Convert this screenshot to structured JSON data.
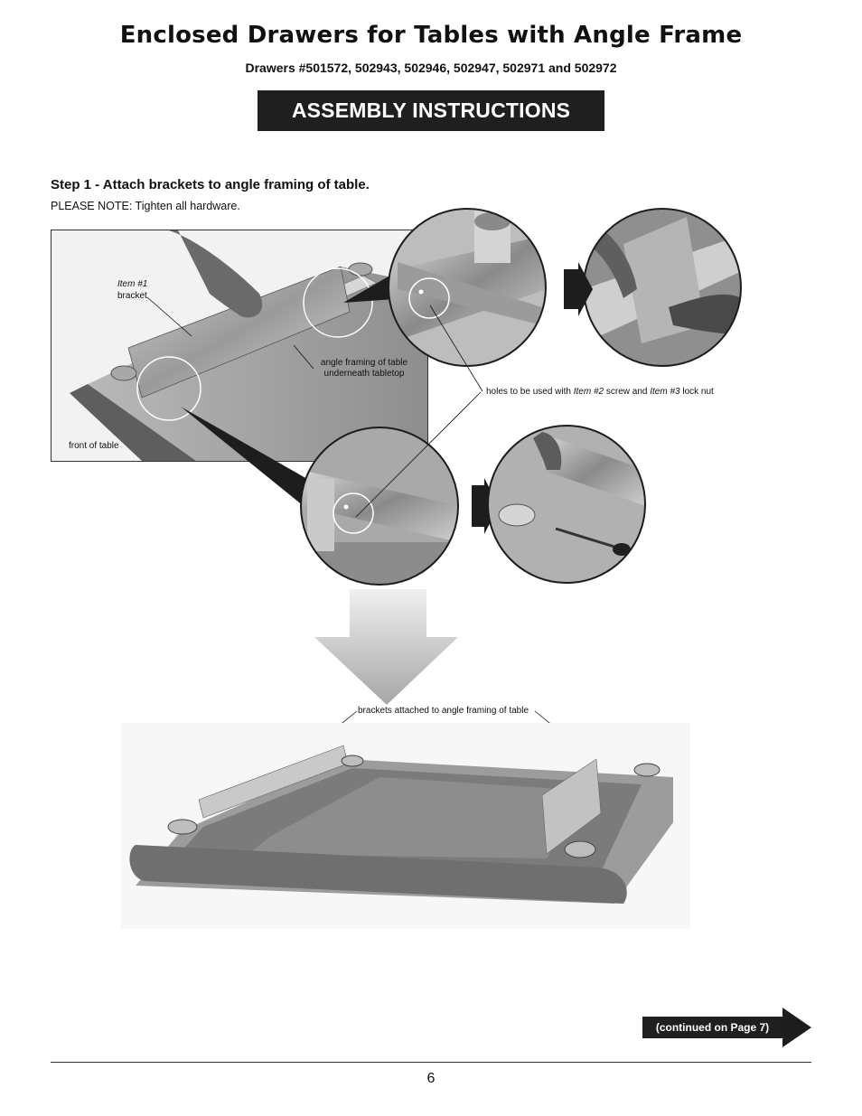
{
  "header": {
    "title": "Enclosed Drawers for Tables with Angle Frame",
    "subtitle": "Drawers #501572, 502943, 502946, 502947, 502971 and 502972",
    "banner": "ASSEMBLY INSTRUCTIONS"
  },
  "step1": {
    "heading": "Step 1 - Attach brackets to angle framing of table.",
    "note": "PLEASE NOTE: Tighten all hardware."
  },
  "callouts": {
    "item1_italic": "Item #1",
    "item1_text": "bracket",
    "angle_framing_line1": "angle framing of table",
    "angle_framing_line2": "underneath tabletop",
    "front_of_table": "front of table",
    "holes_prefix": "holes to be used with ",
    "holes_item2": "Item #2",
    "holes_middle": " screw and ",
    "holes_item3": "Item #3",
    "holes_suffix": " lock nut",
    "brackets_attached": "brackets attached to angle framing of table"
  },
  "footer": {
    "continued": "(continued on Page 7)",
    "page_number": "6"
  },
  "colors": {
    "banner_bg": "#1f1f1f",
    "banner_text": "#ffffff"
  }
}
